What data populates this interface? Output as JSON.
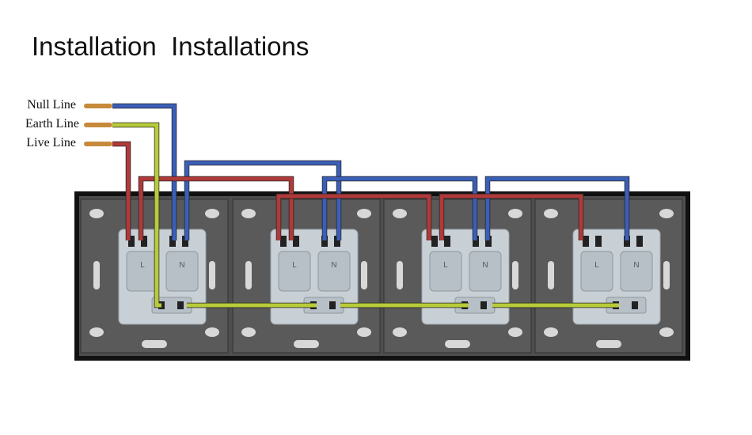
{
  "title": "Installation  Installations",
  "wires": [
    {
      "label": "Null Line",
      "color": "#3b5fb8"
    },
    {
      "label": "Earth Line",
      "color": "#b8cc3a"
    },
    {
      "label": "Live Line",
      "color": "#b03a3a"
    }
  ],
  "modules": [
    {
      "terminal_left": "L",
      "terminal_right": "N"
    },
    {
      "terminal_left": "L",
      "terminal_right": "N"
    },
    {
      "terminal_left": "L",
      "terminal_right": "N"
    },
    {
      "terminal_left": "L",
      "terminal_right": "N"
    }
  ],
  "colors": {
    "frame": "#111111",
    "plate": "#4e4e4e",
    "socket_body": "#c8d0d6",
    "copper": "#c68a3a"
  }
}
